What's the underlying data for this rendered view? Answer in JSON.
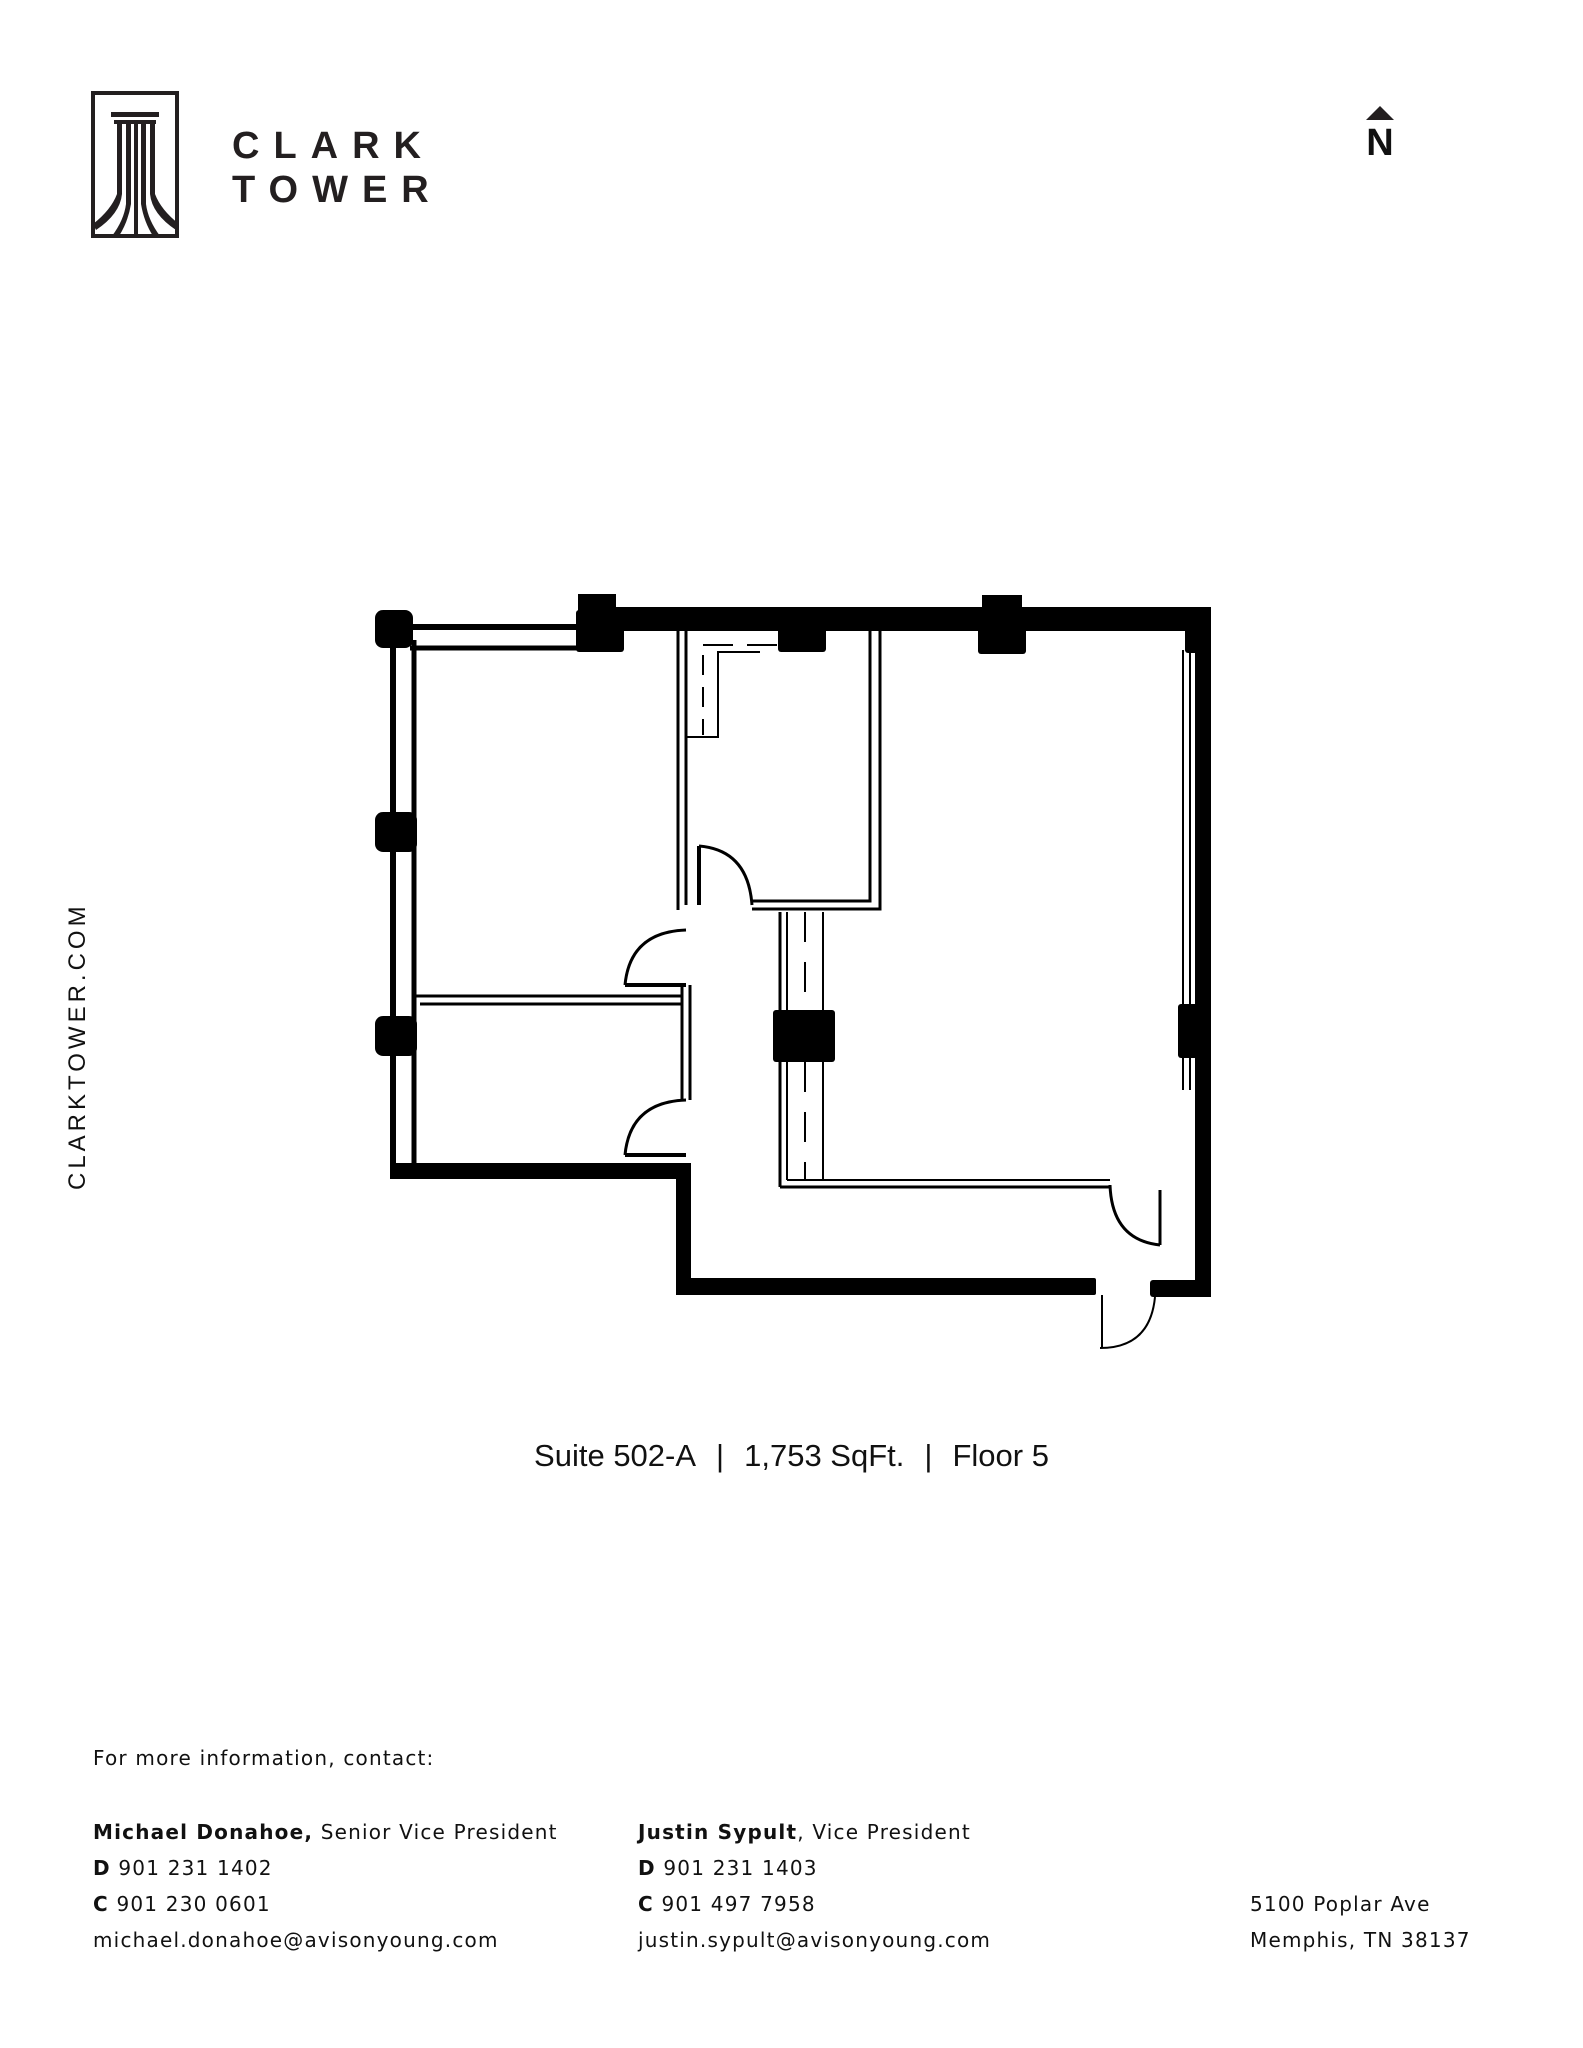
{
  "header": {
    "logo_icon": "column-tower-logo-icon",
    "brand_line1": "CLARK",
    "brand_line2": "TOWER",
    "north_arrow": {
      "icon": "north-arrow-icon",
      "label": "N"
    }
  },
  "sidebar": {
    "website": "CLARKTOWER.COM"
  },
  "floorplan": {
    "icon": "floor-plan-diagram",
    "suite": "Suite 502-A",
    "area": "1,753 SqFt.",
    "floor": "Floor 5",
    "separator": "|"
  },
  "contact": {
    "intro": "For more information, contact:",
    "people": [
      {
        "name": "Michael Donahoe,",
        "title": " Senior Vice President",
        "direct_label": "D",
        "direct": "901 231 1402",
        "cell_label": "C",
        "cell": "901 230 0601",
        "email": "michael.donahoe@avisonyoung.com"
      },
      {
        "name": "Justin Sypult",
        "title": ", Vice President",
        "direct_label": "D",
        "direct": "901 231 1403",
        "cell_label": "C",
        "cell": "901 497 7958",
        "email": "justin.sypult@avisonyoung.com"
      }
    ],
    "address": {
      "line1": "5100 Poplar Ave",
      "line2": "Memphis, TN 38137"
    }
  },
  "colors": {
    "ink": "#111111",
    "logo": "#231f20",
    "background": "#ffffff"
  }
}
